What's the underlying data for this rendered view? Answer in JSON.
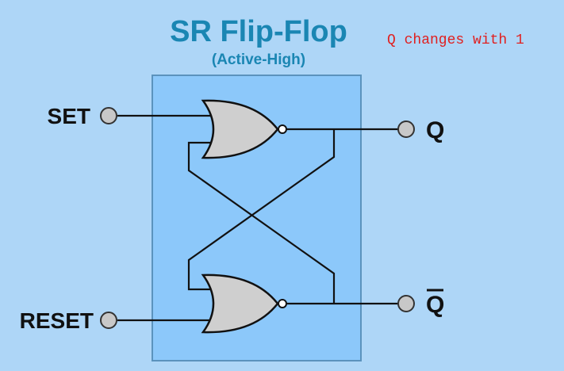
{
  "title": "SR Flip-Flop",
  "subtitle": "(Active-High)",
  "annotation": "Q changes with 1",
  "inputs": {
    "set": "SET",
    "reset": "RESET"
  },
  "outputs": {
    "q": "Q",
    "q_bar": "Q"
  },
  "colors": {
    "background": "#aed6f7",
    "box": "#8cc8fa",
    "title": "#1a86b3",
    "annotation": "#e02020",
    "gate": "#cfcfcf"
  },
  "icons": [
    "nor-gate-icon",
    "nor-gate-icon",
    "terminal-icon"
  ]
}
